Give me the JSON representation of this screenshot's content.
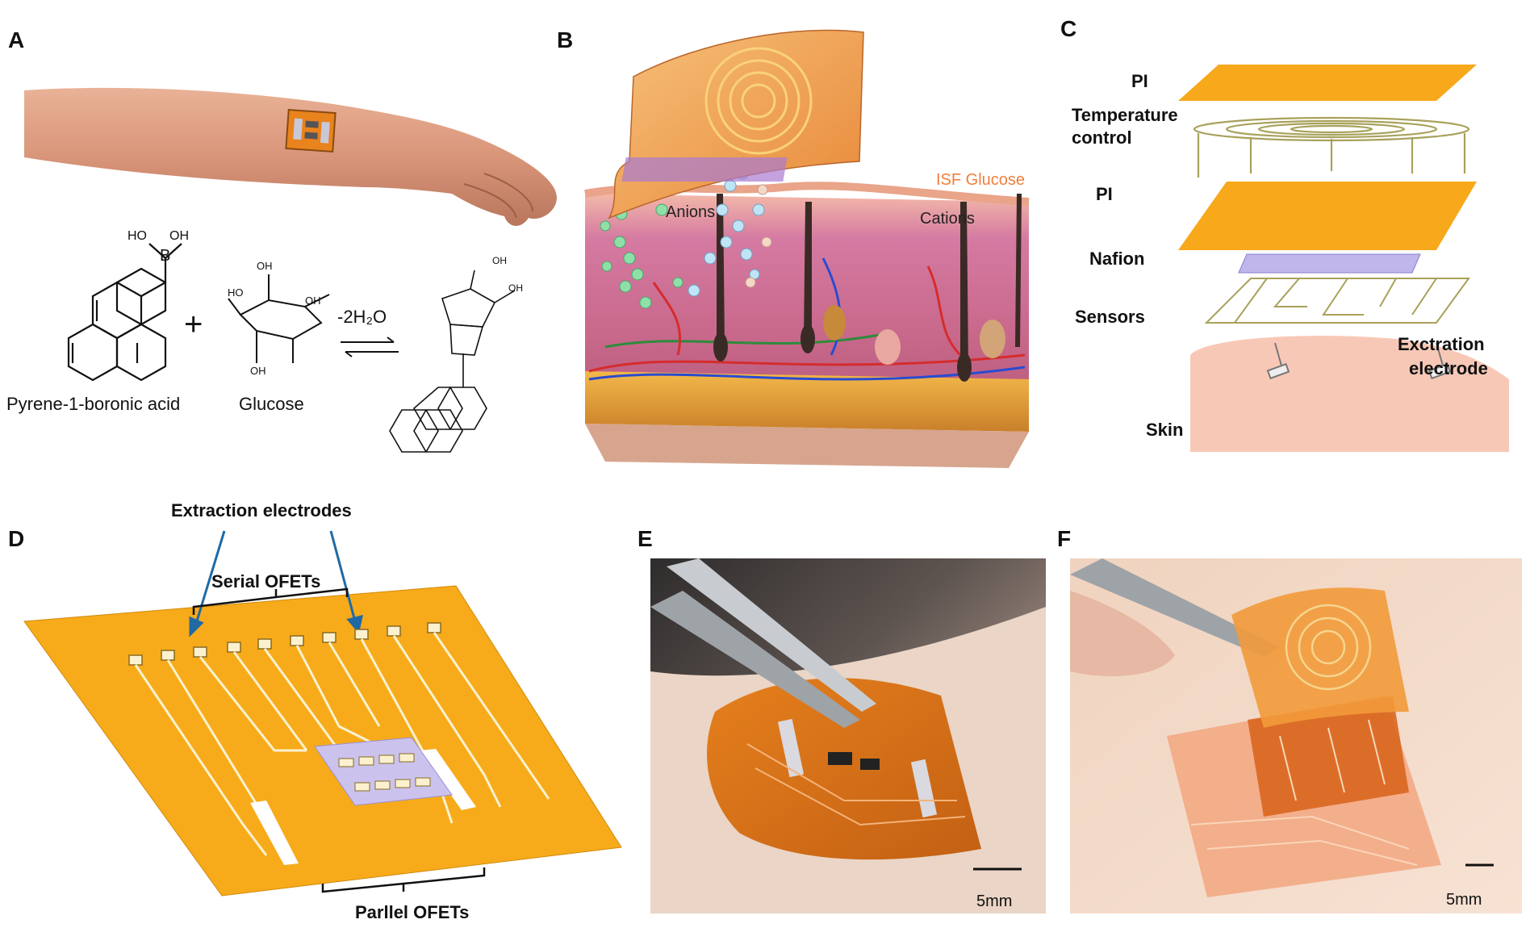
{
  "panels": {
    "a": {
      "label": "A",
      "reagent_name": "Pyrene-1-boronic acid",
      "sugar_name": "Glucose",
      "reaction_condition": "-2H₂O",
      "plus": "+",
      "boronic_group": "B",
      "hydroxyl": "OH",
      "hydroxyl_left": "HO"
    },
    "b": {
      "label": "B",
      "analyte": "ISF Glucose",
      "anions": "Anions",
      "cations": "Cations"
    },
    "c": {
      "label": "C",
      "layers": [
        "PI",
        "Temperature",
        "control",
        "PI",
        "Nafion",
        "Sensors",
        "Exctration",
        "electrode"
      ],
      "skin": "Skin"
    },
    "d": {
      "label": "D",
      "top_label": "Extraction electrodes",
      "serial_label": "Serial OFETs",
      "parallel_label": "Parllel OFETs"
    },
    "e": {
      "label": "E",
      "scale": "5mm"
    },
    "f": {
      "label": "F",
      "scale": "5mm"
    }
  },
  "colors": {
    "kapton": "#f5a623",
    "nafion": "#c8c0ee",
    "skin": "#f7c4b4",
    "arrow": "#1f6aa5",
    "isf_text": "#f07f3c"
  }
}
